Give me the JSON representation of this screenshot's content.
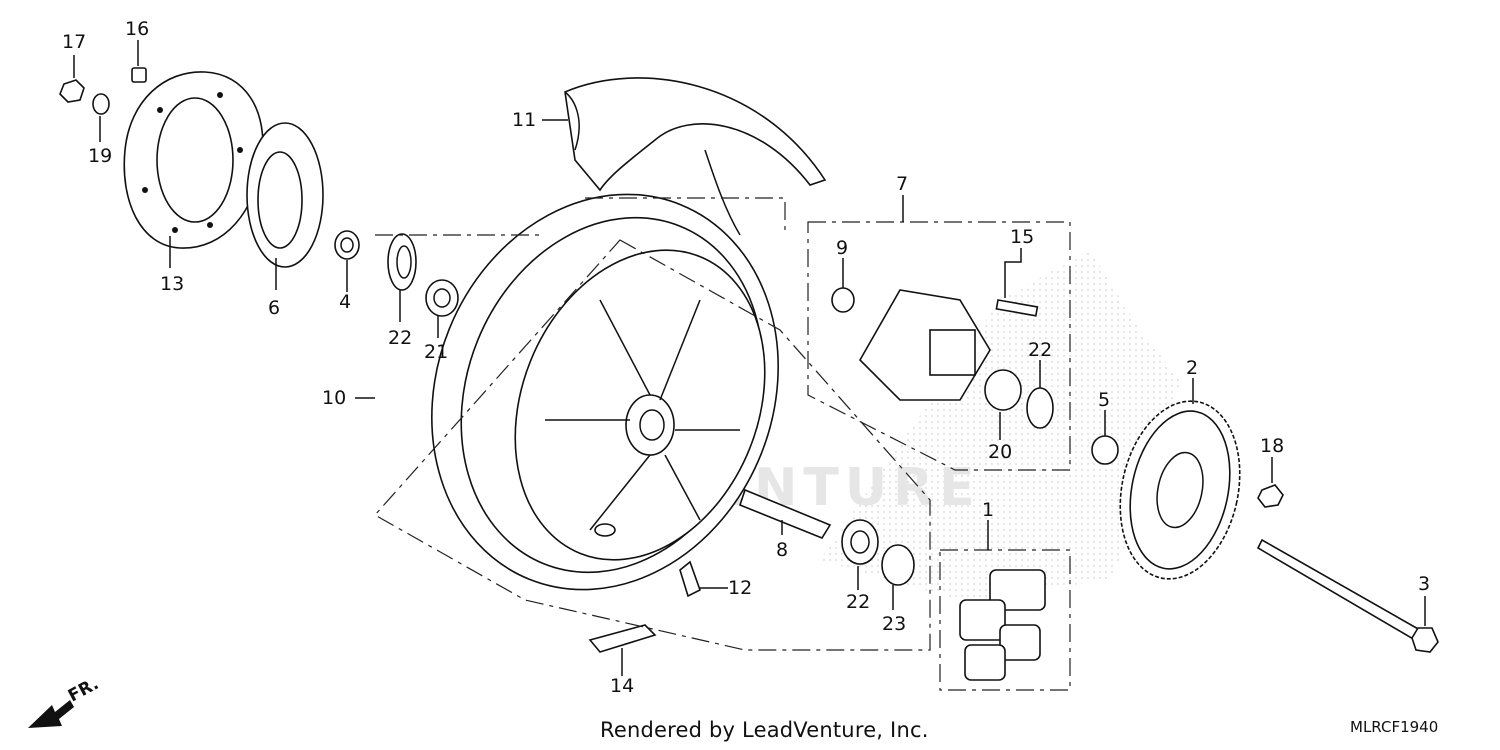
{
  "footer": {
    "credit": "Rendered by LeadVenture, Inc.",
    "code": "MLRCF1940",
    "direction_label": "FR."
  },
  "watermark": "LEADVENTURE",
  "callouts": [
    "1",
    "2",
    "3",
    "4",
    "5",
    "6",
    "7",
    "8",
    "9",
    "10",
    "11",
    "12",
    "13",
    "14",
    "15",
    "16",
    "17",
    "18",
    "19",
    "20",
    "21",
    "21",
    "22",
    "22",
    "23"
  ]
}
